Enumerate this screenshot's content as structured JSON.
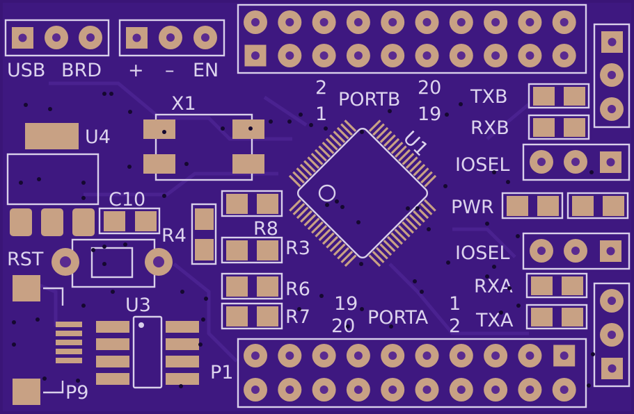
{
  "labels": {
    "usb": "USB",
    "brd": "BRD",
    "plus": "+",
    "minus": "–",
    "en": "EN",
    "x1": "X1",
    "u4": "U4",
    "c10": "C10",
    "r4": "R4",
    "r8": "R8",
    "r3": "R3",
    "r6": "R6",
    "r7": "R7",
    "rst": "RST",
    "u3": "U3",
    "p9": "P9",
    "p1": "P1",
    "u1": "U1",
    "portb": "PORTB",
    "porta": "PORTA",
    "pb_2": "2",
    "pb_1": "1",
    "pb_20": "20",
    "pb_19": "19",
    "pa_19": "19",
    "pa_20": "20",
    "pa_1": "1",
    "pa_2": "2",
    "txb": "TXB",
    "rxb": "RXB",
    "iosel_top": "IOSEL",
    "pwr": "PWR",
    "iosel_bottom": "IOSEL",
    "rxa": "RXA",
    "txa": "TXA"
  },
  "colors": {
    "board": "#3a1577",
    "silkscreen": "#d9d0ea",
    "pad": "#c8a184"
  }
}
